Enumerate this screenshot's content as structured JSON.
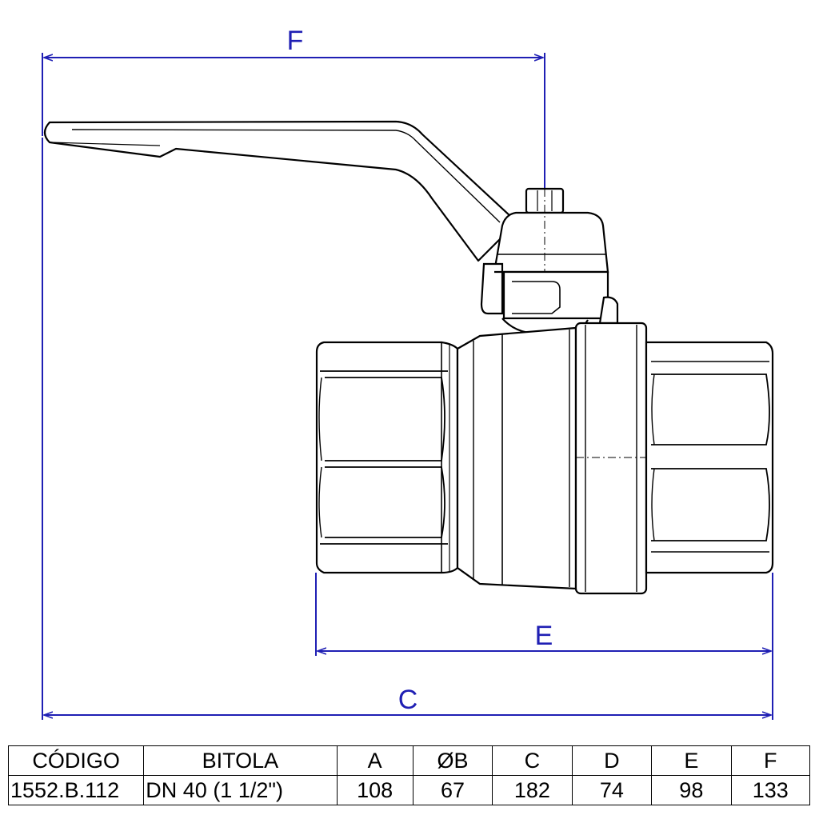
{
  "dimension_labels": {
    "f": "F",
    "e": "E",
    "c": "C"
  },
  "colors": {
    "dimension": "#1f1fb4",
    "outline": "#000000",
    "background": "#ffffff"
  },
  "table": {
    "headers": [
      "CÓDIGO",
      "BITOLA",
      "A",
      "ØB",
      "C",
      "D",
      "E",
      "F"
    ],
    "row": [
      "1552.B.112",
      "DN 40 (1 1/2\")",
      "108",
      "67",
      "182",
      "74",
      "98",
      "133"
    ]
  }
}
